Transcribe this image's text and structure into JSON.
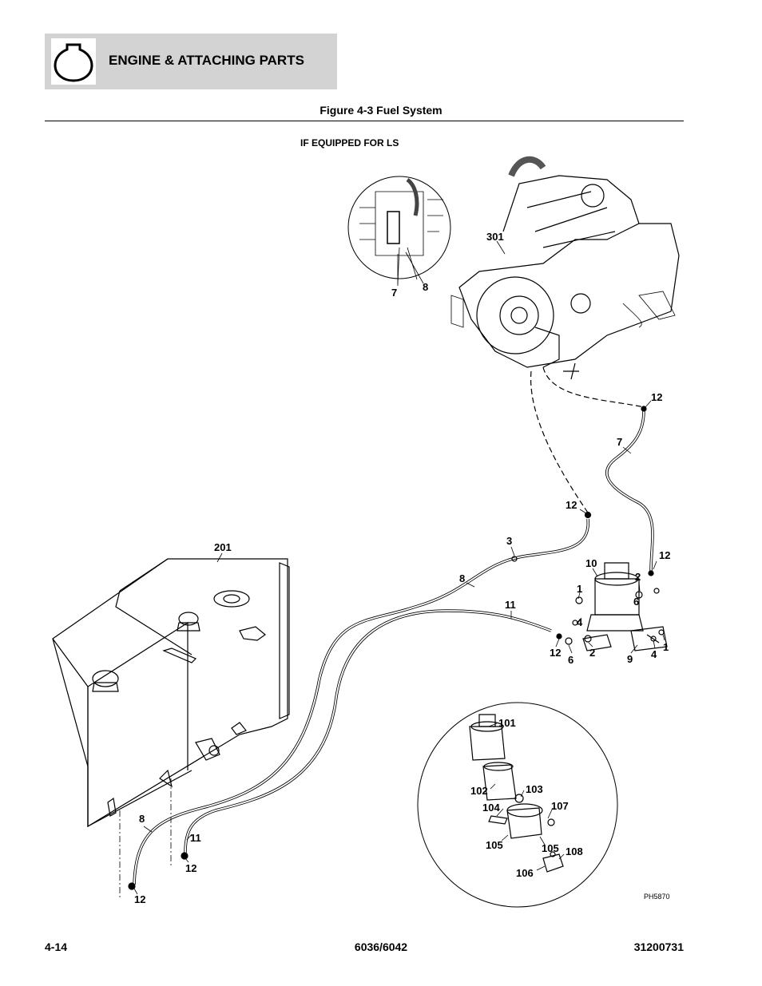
{
  "header": {
    "section_title": "ENGINE & ATTACHING PARTS",
    "icon": "engine-section-icon"
  },
  "figure": {
    "title": "Figure 4-3 Fuel System",
    "subtitle": "IF EQUIPPED FOR LS",
    "photo_id": "PH5870"
  },
  "callouts": {
    "c301": "301",
    "c7_inset": "7",
    "c8_inset": "8",
    "c12_top": "12",
    "c7_line": "7",
    "c12_mid": "12",
    "c3": "3",
    "c8_line": "8",
    "c201": "201",
    "c11": "11",
    "c10": "10",
    "c2_a": "2",
    "c12_right": "12",
    "c6_a": "6",
    "c1_a": "1",
    "c4_a": "4",
    "c12_filter": "12",
    "c6_b": "6",
    "c2_b": "2",
    "c9": "9",
    "c4_b": "4",
    "c1_b": "1",
    "c8_bottom": "8",
    "c11_bottom": "11",
    "c12_bottom_a": "12",
    "c12_bottom_b": "12",
    "c101": "101",
    "c102": "102",
    "c103": "103",
    "c104": "104",
    "c107": "107",
    "c105_a": "105",
    "c105_b": "105",
    "c108": "108",
    "c106": "106"
  },
  "footer": {
    "page_number": "4-14",
    "model": "6036/6042",
    "manual_number": "31200731"
  }
}
